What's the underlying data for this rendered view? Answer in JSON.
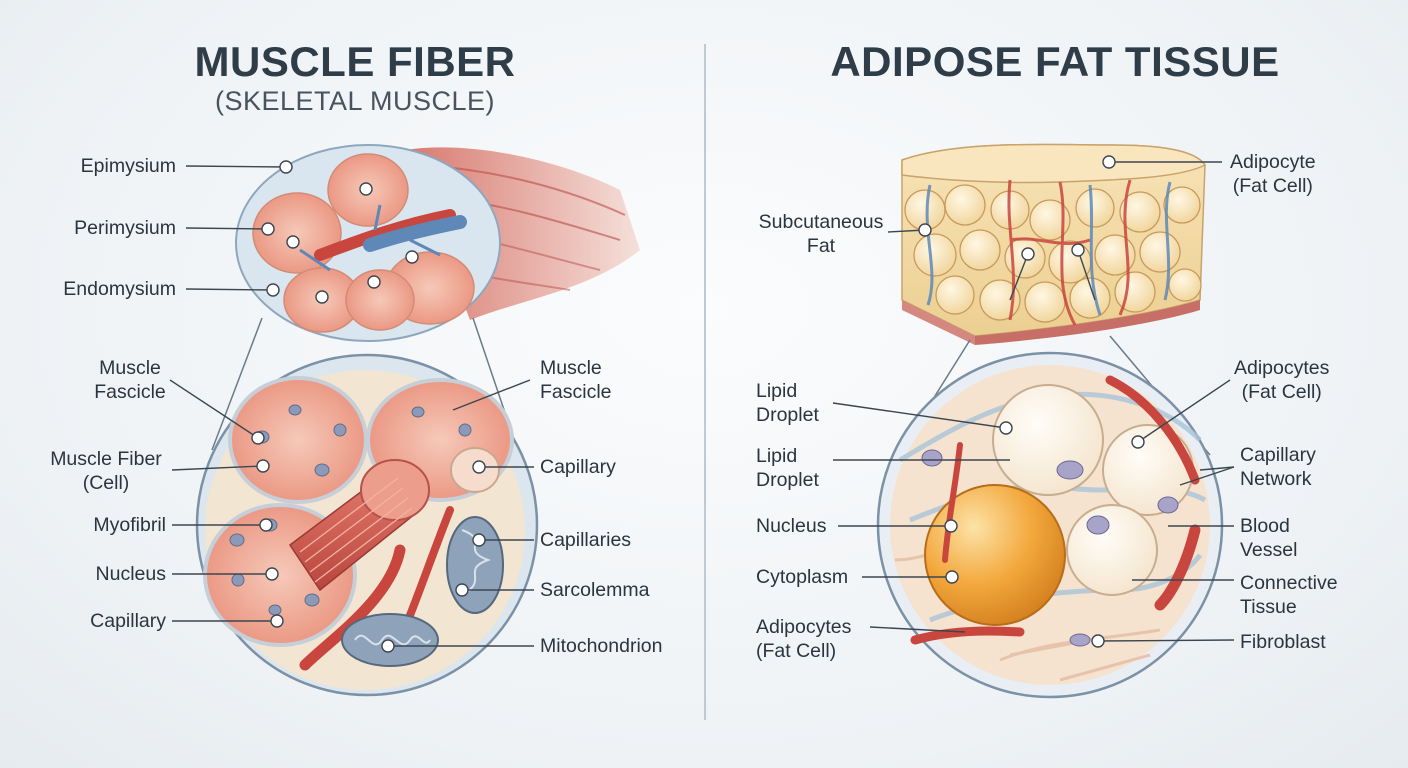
{
  "muscle": {
    "title": "MUSCLE FIBER",
    "subtitle": "(SKELETAL MUSCLE)",
    "labels": {
      "epimysium": "Epimysium",
      "perimysium": "Perimysium",
      "endomysium": "Endomysium",
      "fascicle_left": "Muscle\nFascicle",
      "fiber_cell": "Muscle Fiber\n(Cell)",
      "myofibril": "Myofibril",
      "nucleus": "Nucleus",
      "capillary_left": "Capillary",
      "fascicle_right": "Muscle\nFascicle",
      "capillary_right": "Capillary",
      "capillaries": "Capillaries",
      "sarcolemma": "Sarcolemma",
      "mitochondrion": "Mitochondrion"
    }
  },
  "adipose": {
    "title": "ADIPOSE FAT TISSUE",
    "labels": {
      "adipocyte_top": "Adipocyte\n(Fat Cell)",
      "subcutaneous": "Subcutaneous\nFat",
      "lipid_droplet_1": "Lipid\nDroplet",
      "lipid_droplet_2": "Lipid\nDroplet",
      "nucleus": "Nucleus",
      "cytoplasm": "Cytoplasm",
      "adipocytes_left": "Adipocytes\n(Fat Cell)",
      "adipocytes_right": "Adipocytes\n(Fat Cell)",
      "capillary_network": "Capillary\nNetwork",
      "blood_vessel": "Blood\nVessel",
      "connective_tissue": "Connective\nTissue",
      "fibroblast": "Fibroblast"
    }
  },
  "colors": {
    "muscle_red": "#c95a52",
    "muscle_pink": "#f2b3a0",
    "fat_yellow": "#f3d9a0",
    "fat_orange": "#f0a335",
    "vein_blue": "#5d88b8",
    "sheath_blue": "#c9dcea"
  }
}
